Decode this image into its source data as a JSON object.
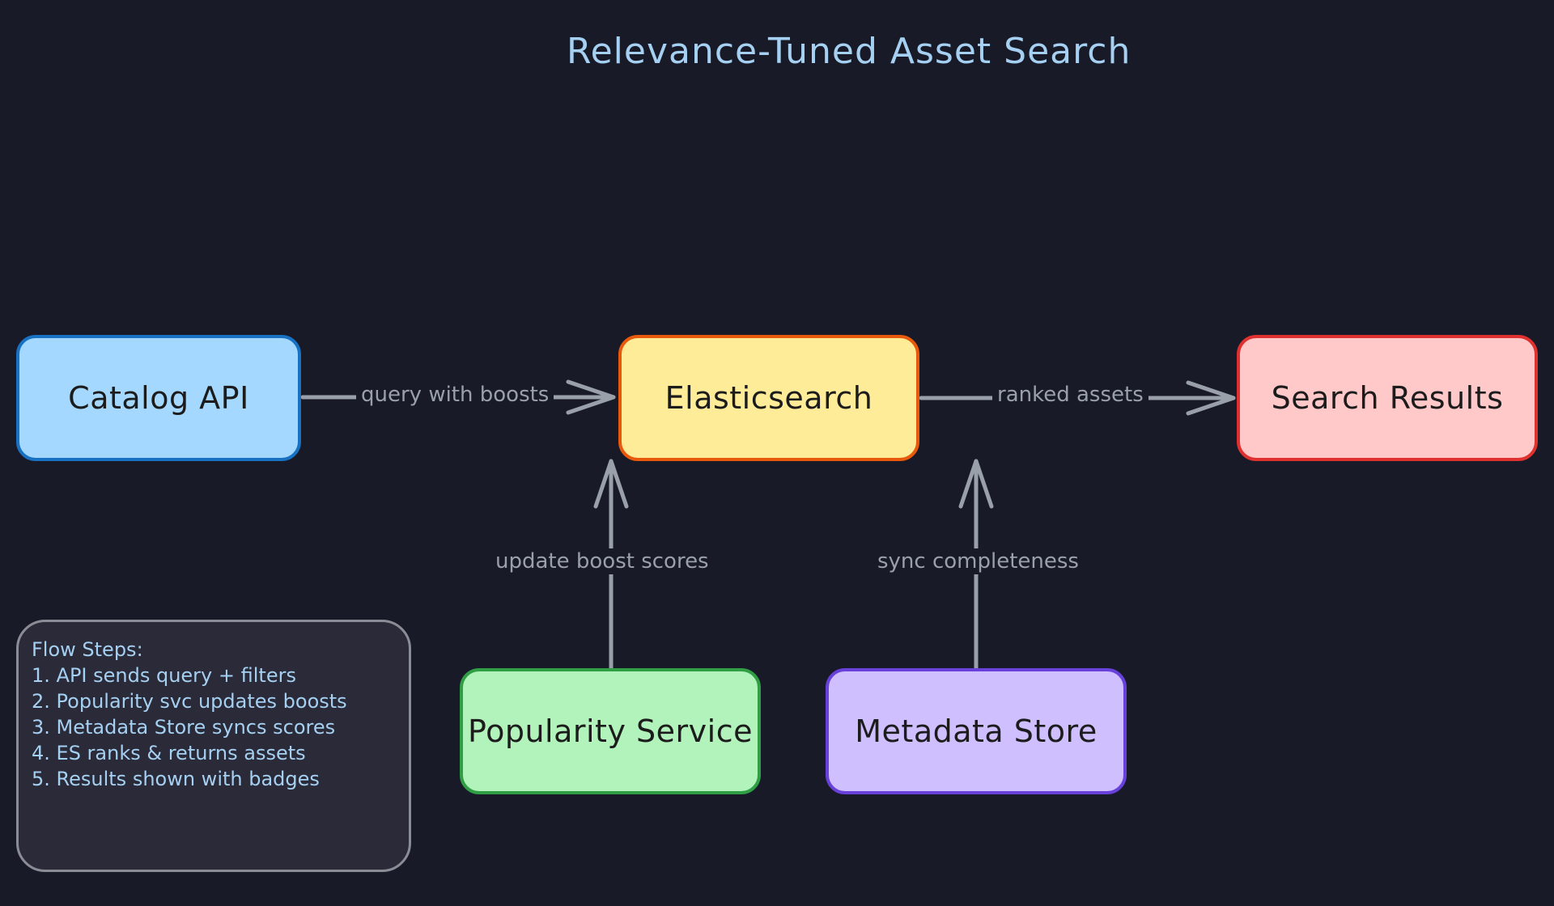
{
  "diagram": {
    "title": "Relevance-Tuned Asset Search",
    "nodes": [
      {
        "id": "catalog-api",
        "label": "Catalog API",
        "fill": "#a5d8ff",
        "stroke": "#1971c2"
      },
      {
        "id": "elasticsearch",
        "label": "Elasticsearch",
        "fill": "#ffec99",
        "stroke": "#e8590c"
      },
      {
        "id": "search-results",
        "label": "Search Results",
        "fill": "#ffc9c9",
        "stroke": "#e03131"
      },
      {
        "id": "popularity-service",
        "label": "Popularity Service",
        "fill": "#b2f2bb",
        "stroke": "#2f9e44"
      },
      {
        "id": "metadata-store",
        "label": "Metadata Store",
        "fill": "#d0bfff",
        "stroke": "#6741d9"
      }
    ],
    "edges": [
      {
        "from": "catalog-api",
        "to": "elasticsearch",
        "label": "query with boosts"
      },
      {
        "from": "elasticsearch",
        "to": "search-results",
        "label": "ranked assets"
      },
      {
        "from": "popularity-service",
        "to": "elasticsearch",
        "label": "update boost scores"
      },
      {
        "from": "metadata-store",
        "to": "elasticsearch",
        "label": "sync completeness"
      }
    ],
    "legend": {
      "lines": [
        "Flow Steps:",
        "1. API sends query + filters",
        "2. Popularity svc updates boosts",
        "3. Metadata Store syncs scores",
        "4. ES ranks & returns assets",
        "5. Results shown with badges"
      ],
      "fill": "#2a2a38",
      "stroke": "#8b8d96"
    },
    "colors": {
      "background": "#181a27",
      "title": "#a5d0f2",
      "arrow": "#9aa0a9",
      "node_text": "#1c1c1c"
    }
  }
}
